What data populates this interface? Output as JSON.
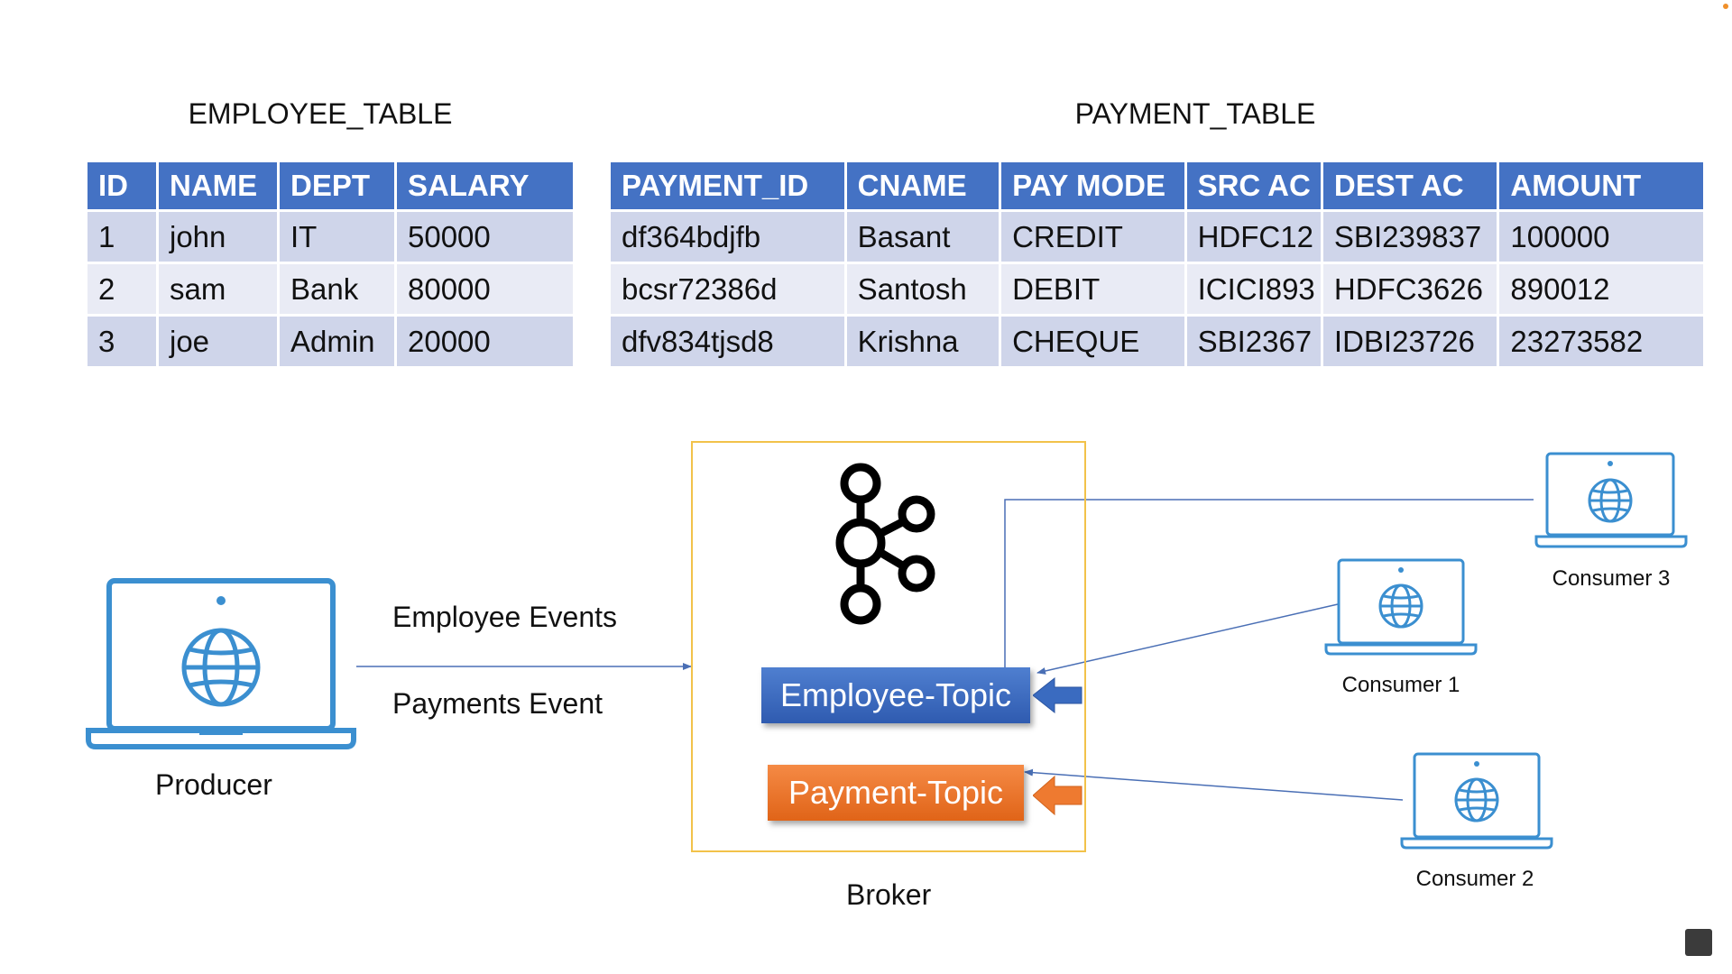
{
  "employee_table": {
    "title": "EMPLOYEE_TABLE",
    "columns": [
      "ID",
      "NAME",
      "DEPT",
      "SALARY"
    ],
    "rows": [
      [
        "1",
        "john",
        "IT",
        "50000"
      ],
      [
        "2",
        "sam",
        "Bank",
        "80000"
      ],
      [
        "3",
        "joe",
        "Admin",
        "20000"
      ]
    ]
  },
  "payment_table": {
    "title": "PAYMENT_TABLE",
    "columns": [
      "PAYMENT_ID",
      "CNAME",
      "PAY MODE",
      "SRC AC",
      "DEST AC",
      "AMOUNT"
    ],
    "rows": [
      [
        "df364bdjfb",
        "Basant",
        "CREDIT",
        "HDFC12",
        "SBI239837",
        "100000"
      ],
      [
        "bcsr72386d",
        "Santosh",
        "DEBIT",
        "ICICI893",
        "HDFC3626",
        "890012"
      ],
      [
        "dfv834tjsd8",
        "Krishna",
        "CHEQUE",
        "SBI2367",
        "IDBI23726",
        "23273582"
      ]
    ]
  },
  "diagram": {
    "producer_label": "Producer",
    "events": [
      "Employee Events",
      "Payments Event"
    ],
    "broker_label": "Broker",
    "employee_topic": "Employee-Topic",
    "payment_topic": "Payment-Topic",
    "consumer_3": "Consumer 3",
    "consumer_1": "Consumer 1",
    "consumer_2": "Consumer 2",
    "icons": [
      "laptop-globe-icon",
      "kafka-logo-icon",
      "arrow-left-icon"
    ],
    "colors": {
      "table_header": "#4472c4",
      "row_odd": "#cfd5ea",
      "row_even": "#e9ebf5",
      "laptop_blue": "#3b8fd0",
      "employee_topic": "#3a6bc0",
      "payment_topic": "#ee7a30",
      "broker_border": "#f2c24a",
      "connector": "#4a6fb5"
    }
  }
}
